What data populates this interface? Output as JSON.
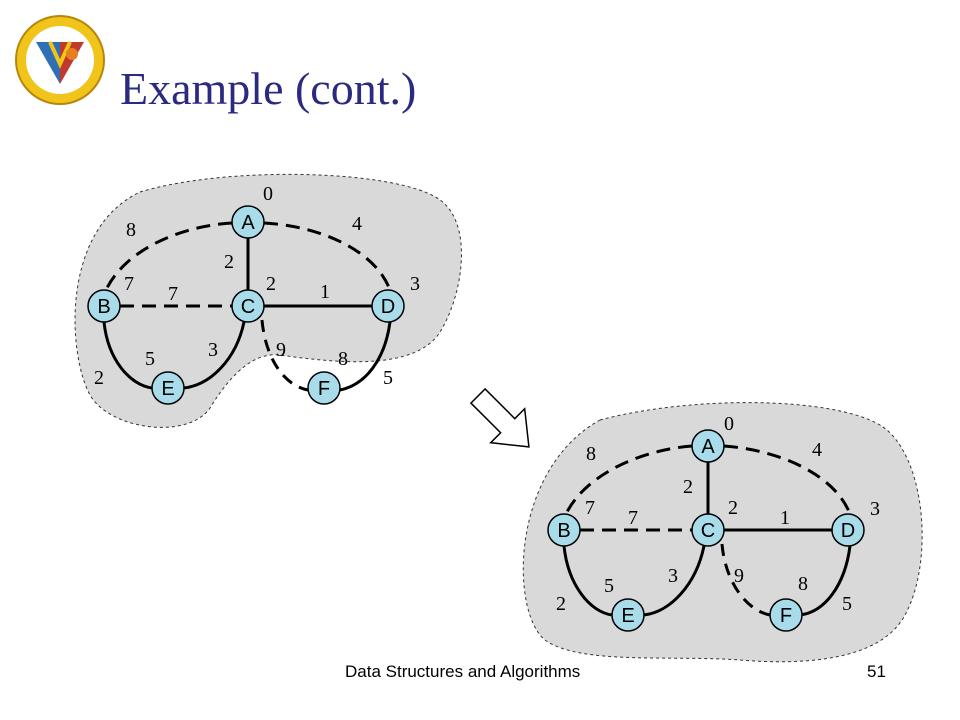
{
  "slide": {
    "title": "Example (cont.)",
    "footer": "Data Structures and Algorithms",
    "page_number": "51"
  },
  "colors": {
    "title": "#2a2a80",
    "cloud": "#d9d9d9",
    "node": "#a9dcea"
  },
  "graphs": [
    {
      "nodes": [
        {
          "id": "A",
          "label": "A"
        },
        {
          "id": "B",
          "label": "B"
        },
        {
          "id": "C",
          "label": "C"
        },
        {
          "id": "D",
          "label": "D"
        },
        {
          "id": "E",
          "label": "E"
        },
        {
          "id": "F",
          "label": "F"
        }
      ],
      "distances": {
        "A": "0",
        "B": "7",
        "C": "2",
        "D": "3",
        "E": "5",
        "F": "8"
      },
      "edges": [
        {
          "from": "A",
          "to": "B",
          "weight": "8",
          "style": "dashed"
        },
        {
          "from": "A",
          "to": "D",
          "weight": "4",
          "style": "dashed"
        },
        {
          "from": "A",
          "to": "C",
          "weight": "2",
          "style": "solid"
        },
        {
          "from": "B",
          "to": "C",
          "weight": "7",
          "style": "dashed"
        },
        {
          "from": "C",
          "to": "D",
          "weight": "1",
          "style": "solid"
        },
        {
          "from": "B",
          "to": "E",
          "weight": "2",
          "style": "solid"
        },
        {
          "from": "C",
          "to": "E",
          "weight": "3",
          "style": "solid"
        },
        {
          "from": "C",
          "to": "F",
          "weight": "9",
          "style": "dashed"
        },
        {
          "from": "D",
          "to": "F",
          "weight": "5",
          "style": "solid"
        }
      ]
    },
    {
      "nodes": [
        {
          "id": "A",
          "label": "A"
        },
        {
          "id": "B",
          "label": "B"
        },
        {
          "id": "C",
          "label": "C"
        },
        {
          "id": "D",
          "label": "D"
        },
        {
          "id": "E",
          "label": "E"
        },
        {
          "id": "F",
          "label": "F"
        }
      ],
      "distances": {
        "A": "0",
        "B": "7",
        "C": "2",
        "D": "3",
        "E": "5",
        "F": "8"
      },
      "edges": [
        {
          "from": "A",
          "to": "B",
          "weight": "8",
          "style": "dashed"
        },
        {
          "from": "A",
          "to": "D",
          "weight": "4",
          "style": "dashed"
        },
        {
          "from": "A",
          "to": "C",
          "weight": "2",
          "style": "solid"
        },
        {
          "from": "B",
          "to": "C",
          "weight": "7",
          "style": "dashed"
        },
        {
          "from": "C",
          "to": "D",
          "weight": "1",
          "style": "solid"
        },
        {
          "from": "B",
          "to": "E",
          "weight": "2",
          "style": "solid"
        },
        {
          "from": "C",
          "to": "E",
          "weight": "3",
          "style": "solid"
        },
        {
          "from": "C",
          "to": "F",
          "weight": "9",
          "style": "dashed"
        },
        {
          "from": "D",
          "to": "F",
          "weight": "5",
          "style": "solid"
        }
      ]
    }
  ],
  "arrow_icon": "hollow-arrow-down-right-icon",
  "logo_icon": "institute-crest-icon"
}
